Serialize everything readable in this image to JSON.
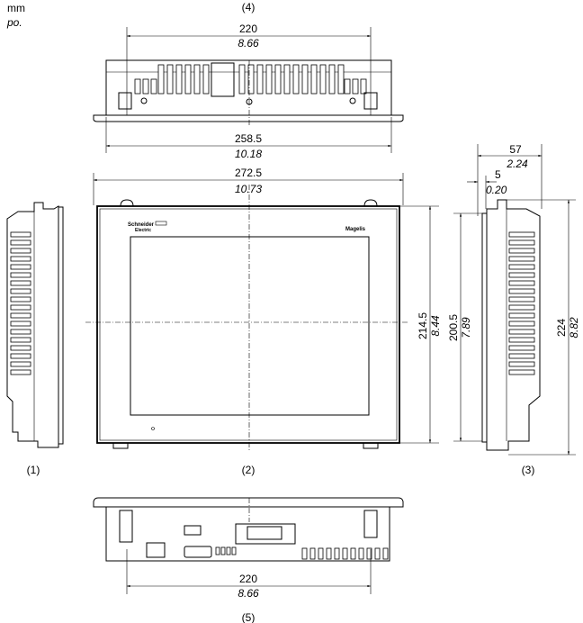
{
  "units": {
    "primary": "mm",
    "secondary": "po."
  },
  "views": {
    "left": "(1)",
    "front": "(2)",
    "right": "(3)",
    "top": "(4)",
    "bottom": "(5)"
  },
  "dimensions": {
    "top_width": {
      "mm": "220",
      "in": "8.66"
    },
    "top_bezel": {
      "mm": "258.5",
      "in": "10.18"
    },
    "front_width": {
      "mm": "272.5",
      "in": "10.73"
    },
    "front_height": {
      "mm": "214.5",
      "in": "8.44"
    },
    "side_inner_height": {
      "mm": "200.5",
      "in": "7.89"
    },
    "side_height": {
      "mm": "224",
      "in": "8.82"
    },
    "side_depth": {
      "mm": "57",
      "in": "2.24"
    },
    "bezel_thickness": {
      "mm": "5",
      "in": "0.20"
    },
    "bottom_width": {
      "mm": "220",
      "in": "8.66"
    }
  },
  "logos": {
    "brand": "Schneider Electric",
    "product": "Magelis"
  }
}
